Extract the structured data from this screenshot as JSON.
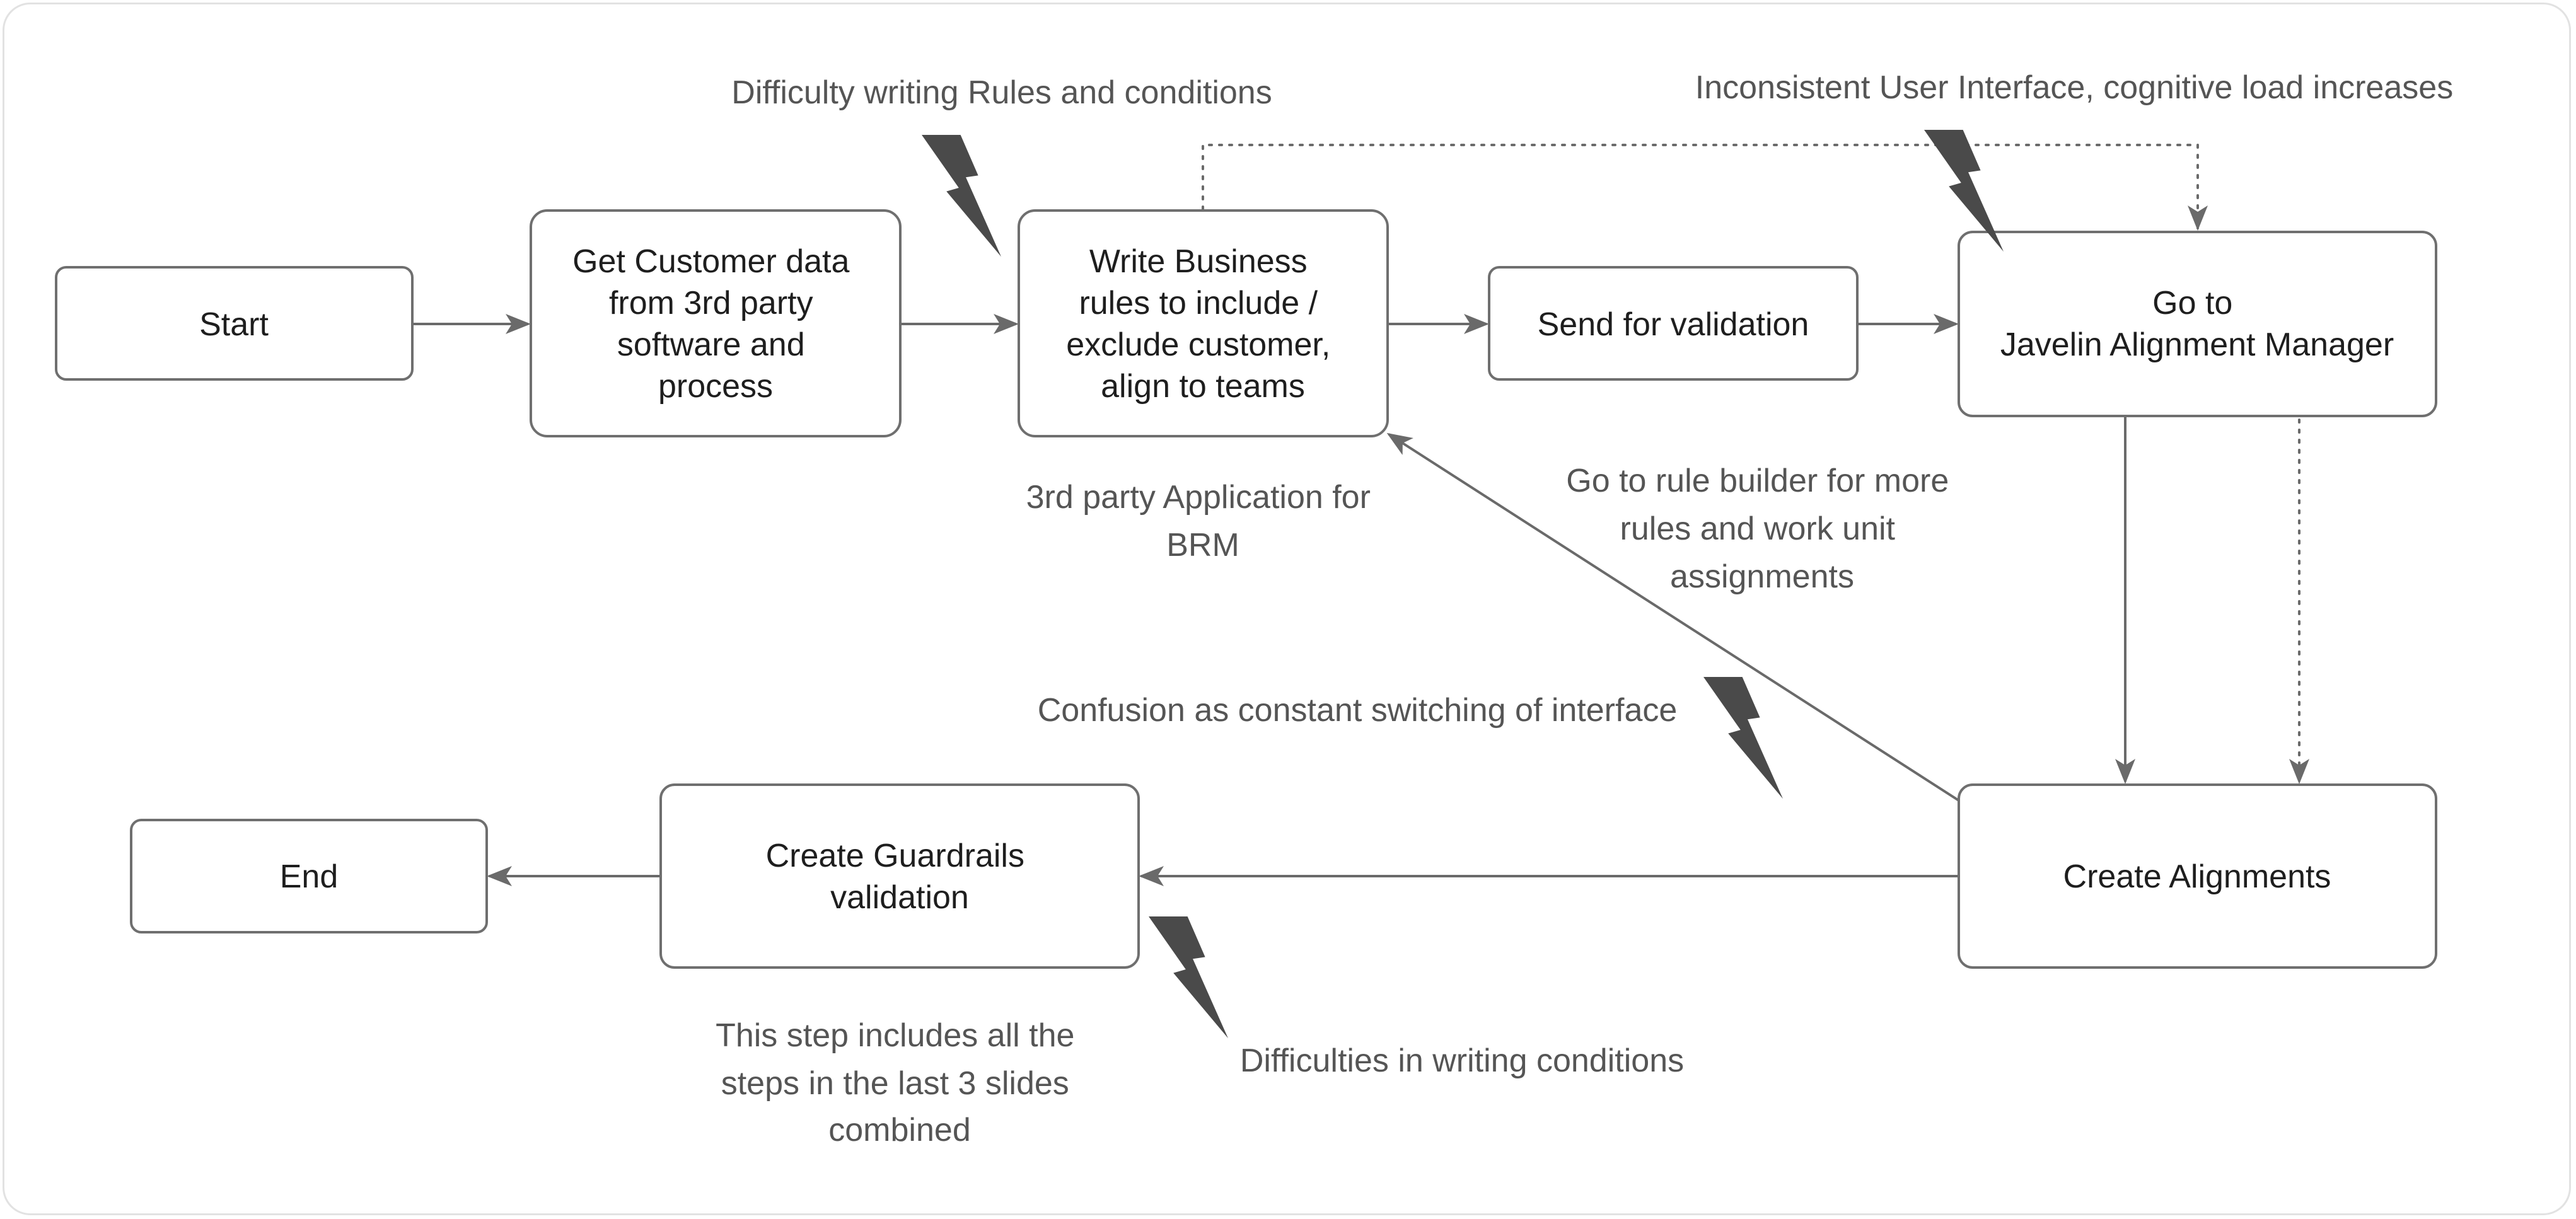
{
  "nodes": {
    "start": "Start",
    "get_data": [
      "Get Customer data",
      "from 3rd party",
      "software and",
      "process"
    ],
    "write_rules": [
      "Write Business",
      "rules to include /",
      "exclude customer,",
      "align to teams"
    ],
    "send_validation": "Send for validation",
    "go_to_jam": [
      "Go to",
      "Javelin Alignment Manager"
    ],
    "create_alignments": "Create Alignments",
    "create_guardrails": [
      "Create Guardrails",
      "validation"
    ],
    "end": "End"
  },
  "notes": {
    "difficulty_rules": "Difficulty writing Rules and conditions",
    "inconsistent_ui": "Inconsistent User Interface, cognitive load increases",
    "third_party_brm": [
      "3rd party Application for",
      "BRM"
    ],
    "rule_builder": [
      "Go to rule builder for more",
      "rules and work unit",
      "assignments"
    ],
    "confusion": "Confusion as constant switching of interface",
    "difficulties_conditions": "Difficulties in writing conditions",
    "step_includes": [
      "This step includes all the",
      "steps in the last 3 slides",
      "combined"
    ]
  },
  "colors": {
    "box_border": "#6f6f6f",
    "arrow": "#6a6a6a",
    "note_text": "#555555",
    "bolt": "#4a4a4a"
  },
  "icons": [
    "lightning-bolt-icon"
  ]
}
